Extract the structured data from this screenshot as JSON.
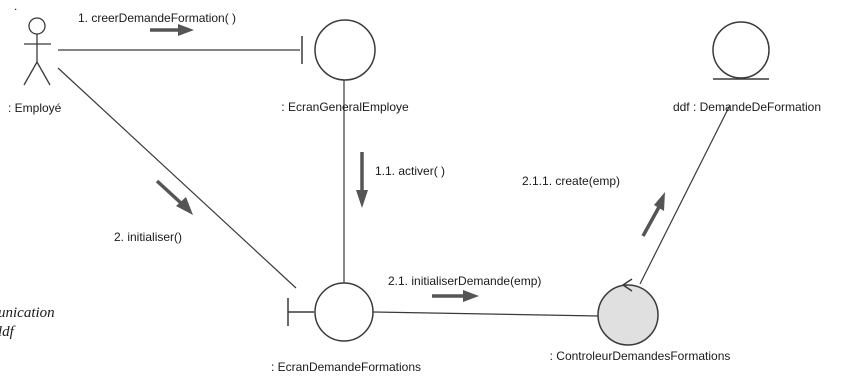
{
  "actor": {
    "label": ": Employé",
    "mark": "."
  },
  "objects": {
    "ecran_general": {
      "label": ": EcranGeneralEmploye"
    },
    "ecran_demande": {
      "label": ": EcranDemandeFormations"
    },
    "controleur": {
      "label": ": ControleurDemandesFormations"
    },
    "entity": {
      "label": "ddf : DemandeDeFormation"
    }
  },
  "messages": {
    "m1": "1. creerDemandeFormation( )",
    "m2": "2. initialiser()",
    "m11": "1.1. activer( )",
    "m21": "2.1. initialiserDemande(emp)",
    "m211": "2.1.1. create(emp)"
  },
  "caption": {
    "line1": "unication",
    "line2": "ldf"
  },
  "colors": {
    "control_fill": "#e0e0e0",
    "line": "#3a3a3a",
    "arrow": "#555555"
  }
}
